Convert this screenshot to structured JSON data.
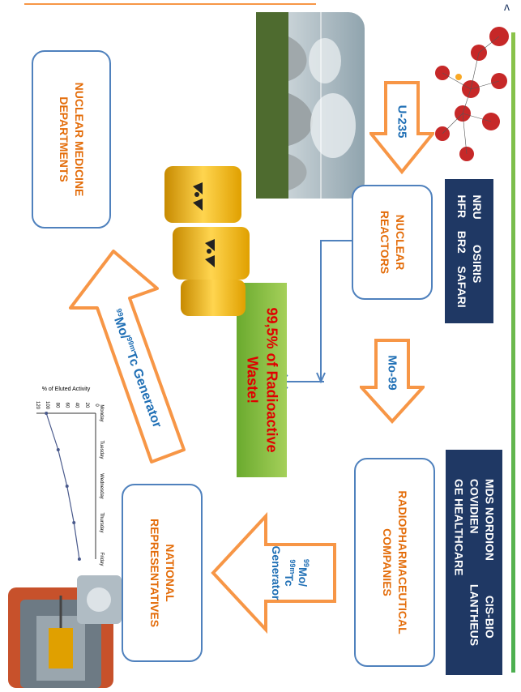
{
  "reactors_list": {
    "line1": "NRU        OSIRIS",
    "line2": "HFR    BR2    SAFARI"
  },
  "companies_list": {
    "line1": "MDS NORDION           CIS-BIO",
    "line2": "COVIDIEN                LANTHEUS",
    "line3": "GE HEALTHCARE"
  },
  "boxes": {
    "reactors_l1": "NUCLEAR",
    "reactors_l2": "REACTORS",
    "companies_l1": "RADIOPHARMACEUTICAL",
    "companies_l2": "COMPANIES",
    "national_l1": "NATIONAL",
    "national_l2": "REPRESENTATIVES",
    "nuclear_l1": "NUCLEAR MEDICINE",
    "nuclear_l2": "DEPARTMENTS"
  },
  "arrows": {
    "u235": "U-235",
    "mo99": "Mo-99",
    "gen_small_sup1": "99",
    "gen_small_1": "Mo/",
    "gen_small_sup2": "99m",
    "gen_small_2": "Tc",
    "gen_small_3": "Generator",
    "gen_big_sup1": "99",
    "gen_big_1": "Mo/",
    "gen_big_sup2": "99m",
    "gen_big_2": "Tc Generator"
  },
  "waste": {
    "line1": "99,5% of Radioactive",
    "line2": "Waste!"
  },
  "chart_data": {
    "type": "line",
    "title": "% of Eluted Activity",
    "categories": [
      "Monday",
      "Tuesday",
      "Wednesday",
      "Thursday",
      "Friday"
    ],
    "series": [
      {
        "values": [
          100,
          76,
          58,
          44,
          33
        ]
      }
    ],
    "ylim": [
      0,
      120
    ],
    "yticks": [
      0,
      20,
      40,
      60,
      80,
      100,
      120
    ]
  },
  "colors": {
    "box_border": "#4f81bd",
    "orange": "#e36c09",
    "arrow_fill": "#f79646",
    "navy": "#1f3864",
    "waste_green": "#8bc34a",
    "waste_text": "#e00000",
    "label_blue": "#1f6fb5"
  },
  "icons": {
    "atom": "fission-diagram-icon",
    "barrels": "radioactive-barrels-icon",
    "plant": "cooling-towers-photo",
    "generator": "generator-cutaway-icon"
  }
}
